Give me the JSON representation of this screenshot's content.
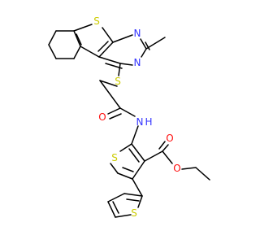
{
  "colors": {
    "bond": "#000000",
    "S": "#CCCC00",
    "N": "#3333FF",
    "O": "#FF0D0D",
    "background": "#FFFFFF"
  },
  "atoms": {
    "s_fused": "S",
    "n_pyr_top": "N",
    "n_pyr_bottom": "N",
    "s_thioether": "S",
    "o_amide": "O",
    "n_amide": "N",
    "h_amide": "H",
    "s_thiophene": "S",
    "o_ester_carbonyl": "O",
    "o_ester": "O",
    "s_thienyl": "S"
  }
}
